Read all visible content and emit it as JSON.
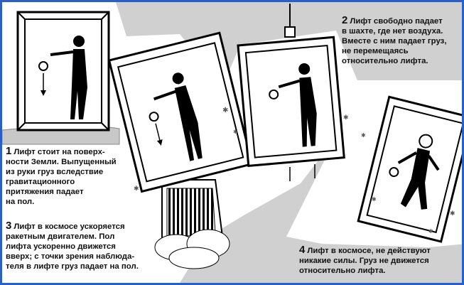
{
  "panels": [
    {
      "number": "1",
      "text": "Лифт стоит на поверх-\nности Земли. Выпущенный\nиз руки груз вследствие\nгравитационного\nпритяжения падает\nна пол."
    },
    {
      "number": "2",
      "text": "Лифт свободно падает\nв шахте, где нет воздуха.\nВместе с ним падает груз,\nне перемещаясь\nотносительно лифта."
    },
    {
      "number": "3",
      "text": "Лифт в космосе ускоряется\nракетным двигателем. Пол\nлифта ускоренно движется\nвверх; с точки зрения наблюда-\nтеля в лифте груз падает на пол."
    },
    {
      "number": "4",
      "text": "Лифт в космосе, не действуют\nникакие силы. Груз не движется\nотносительно лифта."
    }
  ],
  "colors": {
    "border": "#2b5fc8",
    "background": "#d0d0d0",
    "ink": "#111111"
  }
}
